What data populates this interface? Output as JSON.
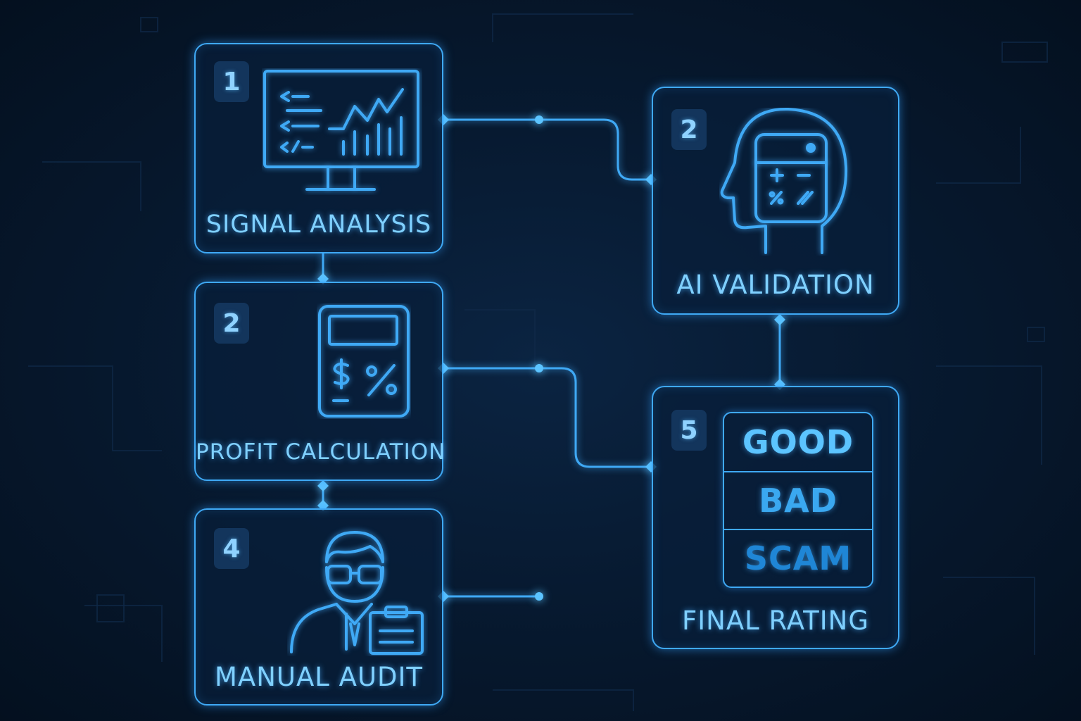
{
  "nodes": [
    {
      "id": "signal",
      "number": "1",
      "label": "SIGNAL ANALYSIS"
    },
    {
      "id": "profit",
      "number": "2",
      "label": "PROFIT CALCULATION"
    },
    {
      "id": "audit",
      "number": "4",
      "label": "MANUAL AUDIT"
    },
    {
      "id": "ai",
      "number": "2",
      "label": "AI VALIDATION"
    },
    {
      "id": "final",
      "number": "5",
      "label": "FINAL RATING"
    }
  ],
  "ratings": [
    {
      "label": "GOOD",
      "color": "#5cc4ff"
    },
    {
      "label": "BAD",
      "color": "#3aa8f0"
    },
    {
      "label": "SCAM",
      "color": "#1f86d6"
    }
  ],
  "icons": {
    "signal": "monitor-chart-icon",
    "profit": "calculator-dollar-percent-icon",
    "audit": "auditor-clipboard-icon",
    "ai": "head-calculator-icon"
  },
  "colors": {
    "accent": "#3fa9f5",
    "text": "#7fd0ff",
    "background": "#071a31"
  }
}
